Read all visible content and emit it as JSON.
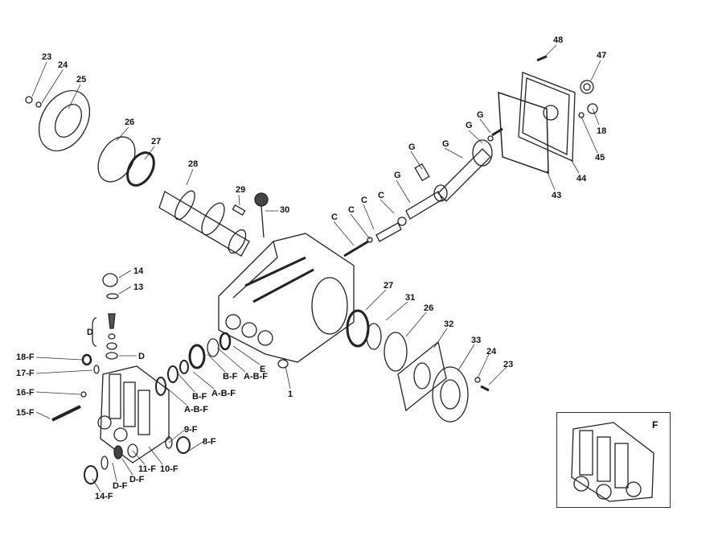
{
  "diagram": {
    "type": "exploded-parts-view",
    "labels": [
      "23",
      "24",
      "25",
      "26",
      "27",
      "28",
      "29",
      "30",
      "48",
      "47",
      "18",
      "45",
      "44",
      "43",
      "G",
      "G",
      "G",
      "G",
      "G",
      "C",
      "C",
      "C",
      "C",
      "14",
      "13",
      "D",
      "D",
      "18-F",
      "17-F",
      "16-F",
      "15-F",
      "E",
      "B-F",
      "A-B-F",
      "A-B-F",
      "B-F",
      "A-B-F",
      "1",
      "9-F",
      "8-F",
      "11-F",
      "10-F",
      "D-F",
      "D-F",
      "14-F",
      "27",
      "31",
      "26",
      "32",
      "33",
      "24",
      "23"
    ],
    "inset_label": "F"
  }
}
